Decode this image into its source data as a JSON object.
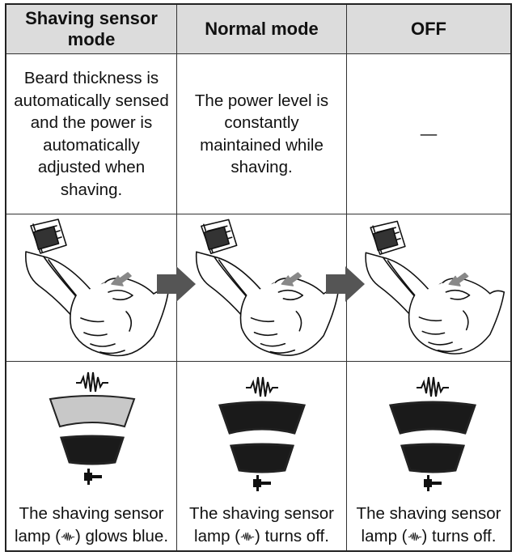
{
  "columns": [
    {
      "header": "Shaving sensor mode",
      "description": "Beard thickness is automatically sensed and the power is automatically adjusted when shaving.",
      "lamp_before": "The shaving sensor lamp (",
      "lamp_after": ") glows blue."
    },
    {
      "header": "Normal mode",
      "description": "The power level is constantly maintained while shaving.",
      "lamp_before": "The shaving sensor lamp (",
      "lamp_after": ") turns off."
    },
    {
      "header": "OFF",
      "description": "—",
      "lamp_before": "The shaving sensor lamp (",
      "lamp_after": ") turns off."
    }
  ],
  "colors": {
    "header_bg": "#dcdcdc",
    "lamp_lit": "#c8c8c8",
    "lamp_dark": "#1a1a1a",
    "arrow": "#555555"
  },
  "icons": {
    "sensor": "sensor-wave-icon",
    "plug": "power-plug-icon",
    "arrow": "right-arrow-icon"
  }
}
